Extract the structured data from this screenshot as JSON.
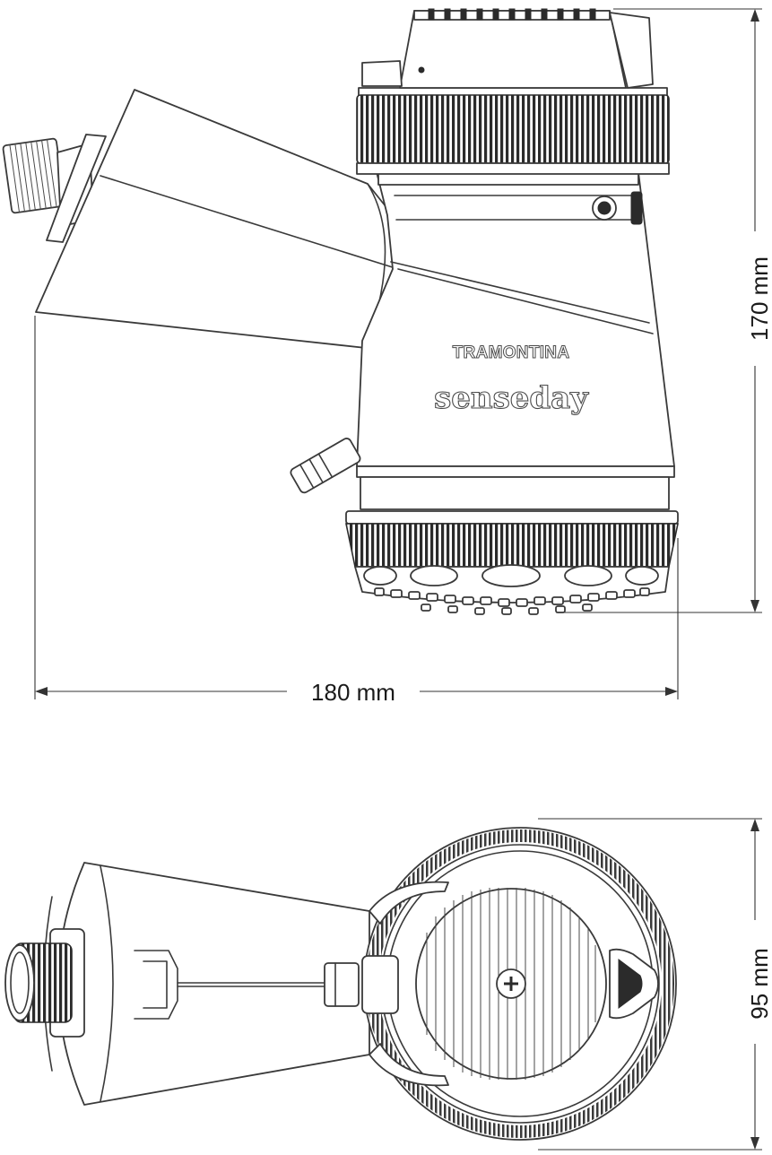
{
  "brand": {
    "name": "TRAMONTINA",
    "product": "senseday"
  },
  "dimensions": {
    "height": "170 mm",
    "width": "180 mm",
    "depth": "95 mm"
  }
}
